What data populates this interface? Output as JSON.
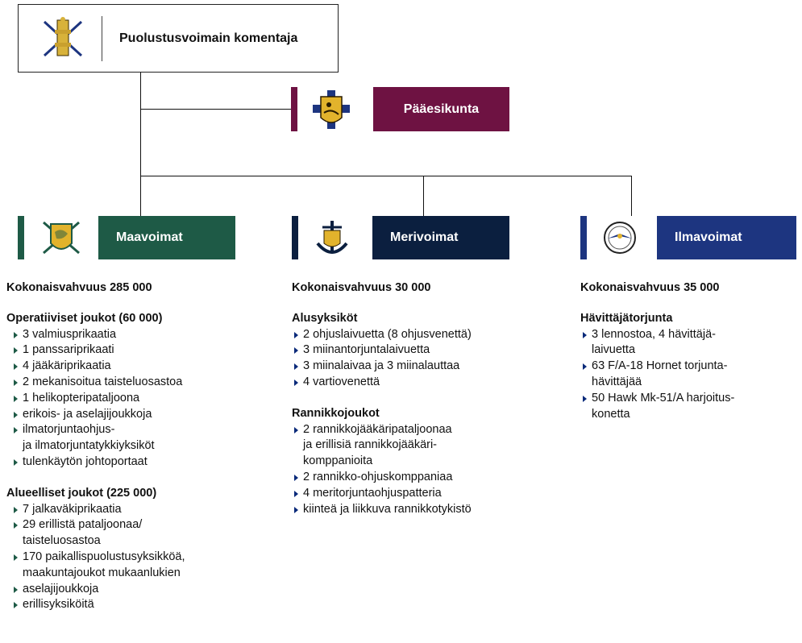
{
  "colors": {
    "paaesikunta": "#6e1242",
    "maavoimat": "#1e5a46",
    "merivoimat": "#0b1f3f",
    "ilmavoimat": "#1d3580"
  },
  "commander": {
    "title": "Puolustusvoimain komentaja",
    "icon": "crossed-swords-cannon-icon"
  },
  "hq": {
    "title": "Pääesikunta",
    "icon": "lion-cross-emblem-icon"
  },
  "branches": {
    "maa": {
      "title": "Maavoimat",
      "icon": "army-lion-emblem-icon",
      "total": "Kokonaisvahvuus 285 000",
      "sections": [
        {
          "heading": "Operatiiviset joukot (60 000)",
          "items": [
            "3 valmiusprikaatia",
            "1 panssariprikaati",
            "4 jääkäriprikaatia",
            "2 mekanisoitua taisteluosastoa",
            "1 helikopteripataljoona",
            "erikois- ja aselajijoukkoja",
            "ilmatorjuntaohjus-\nja ilmatorjuntatykkiyksiköt",
            "tulenkäytön johtoportaat"
          ]
        },
        {
          "heading": "Alueelliset joukot (225 000)",
          "items": [
            "7 jalkaväkiprikaatia",
            "29 erillistä pataljoonaa/\ntaisteluosastoa",
            "170 paikallispuolustusyksikköä,\nmaakuntajoukot mukaanlukien",
            "aselajijoukkoja",
            "erillisyksiköitä"
          ]
        }
      ]
    },
    "meri": {
      "title": "Merivoimat",
      "icon": "navy-anchor-emblem-icon",
      "total": "Kokonaisvahvuus 30 000",
      "sections": [
        {
          "heading": "Alusyksiköt",
          "items": [
            "2 ohjuslaivuetta (8 ohjusvenettä)",
            "3 miinantorjuntalaivuetta",
            "3 miinalaivaa ja 3 miinalauttaa",
            "4 vartiovenettä"
          ]
        },
        {
          "heading": "Rannikkojoukot",
          "items": [
            "2 rannikkojääkäripataljoonaa\nja erillisiä rannikkojääkäri-\nkomppanioita",
            "2 rannikko-ohjuskomppaniaa",
            "4 meritorjuntaohjuspatteria",
            "kiinteä ja liikkuva rannikkotykistö"
          ]
        }
      ]
    },
    "ilma": {
      "title": "Ilmavoimat",
      "icon": "air-force-eagle-emblem-icon",
      "total": "Kokonaisvahvuus 35 000",
      "sections": [
        {
          "heading": "Hävittäjätorjunta",
          "items": [
            "3 lennostoa, 4 hävittäjä-\nlaivuetta",
            "63 F/A-18 Hornet torjunta-\nhävittäjää",
            "50 Hawk Mk-51/A harjoitus-\nkonetta"
          ]
        }
      ]
    }
  }
}
